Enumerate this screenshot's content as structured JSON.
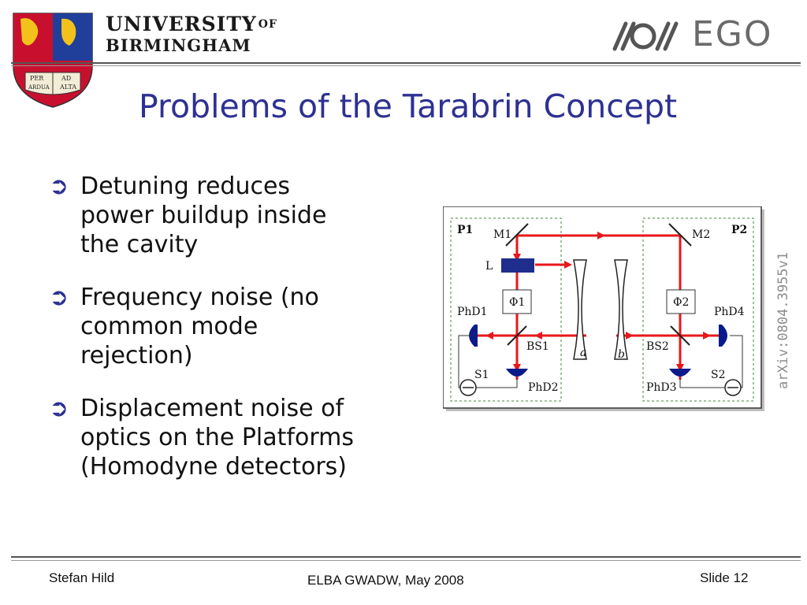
{
  "header": {
    "university_line1": "UNIVERSITY",
    "university_of": "OF",
    "university_line2": "BIRMINGHAM",
    "crest_motto": [
      "PER",
      "AD",
      "ARDUA",
      "ALTA"
    ],
    "ego_text": "EGO"
  },
  "slide": {
    "title": "Problems of the Tarabrin Concept",
    "bullets": [
      {
        "lines": [
          "Detuning reduces",
          "power buildup inside",
          "the cavity"
        ]
      },
      {
        "lines": [
          "Frequency noise (no",
          "common mode",
          "rejection)"
        ]
      },
      {
        "lines": [
          "Displacement noise of",
          "optics on the Platforms",
          "(Homodyne detectors)"
        ]
      }
    ]
  },
  "diagram": {
    "labels": {
      "p1": "P1",
      "p2": "P2",
      "m1": "M1",
      "m2": "M2",
      "l": "L",
      "phi1": "Φ1",
      "phi2": "Φ2",
      "phd1": "PhD1",
      "phd2": "PhD2",
      "phd3": "PhD3",
      "phd4": "PhD4",
      "bs1": "BS1",
      "bs2": "BS2",
      "s1": "S1",
      "s2": "S2",
      "a": "a",
      "b": "b"
    },
    "beam_color": "#e8171b",
    "laser_color": "#1f2d8c",
    "detector_color": "#0a1a8a"
  },
  "side_note": "arXiv:0804.3955v1",
  "footer": {
    "author": "Stefan Hild",
    "event": "ELBA GWADW, May 2008",
    "slide_number": "Slide 12"
  },
  "colors": {
    "title": "#2e3192",
    "bullet_arrow": "#2e3192"
  }
}
